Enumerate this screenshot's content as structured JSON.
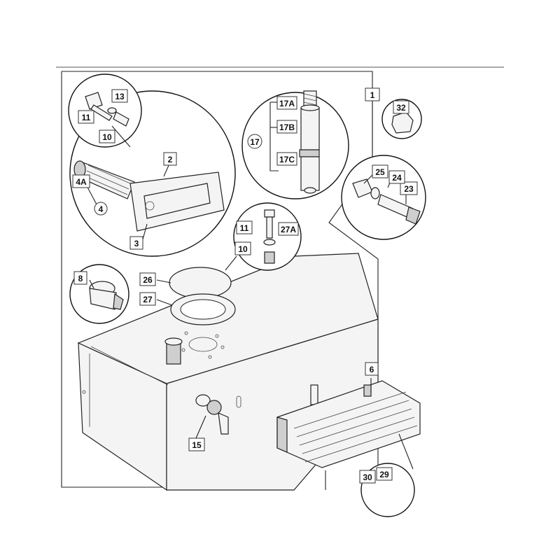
{
  "diagram": {
    "callouts": [
      {
        "id": "1",
        "label": "1"
      },
      {
        "id": "2",
        "label": "2"
      },
      {
        "id": "3",
        "label": "3"
      },
      {
        "id": "4",
        "label": "4"
      },
      {
        "id": "4A",
        "label": "4A"
      },
      {
        "id": "6",
        "label": "6"
      },
      {
        "id": "8",
        "label": "8"
      },
      {
        "id": "10a",
        "label": "10"
      },
      {
        "id": "10b",
        "label": "10"
      },
      {
        "id": "11a",
        "label": "11"
      },
      {
        "id": "11b",
        "label": "11"
      },
      {
        "id": "13",
        "label": "13"
      },
      {
        "id": "15",
        "label": "15"
      },
      {
        "id": "17",
        "label": "17"
      },
      {
        "id": "17A",
        "label": "17A"
      },
      {
        "id": "17B",
        "label": "17B",
        "highlight": true
      },
      {
        "id": "17C",
        "label": "17C"
      },
      {
        "id": "23",
        "label": "23"
      },
      {
        "id": "24",
        "label": "24"
      },
      {
        "id": "25",
        "label": "25"
      },
      {
        "id": "26",
        "label": "26"
      },
      {
        "id": "27",
        "label": "27"
      },
      {
        "id": "27A",
        "label": "27A"
      },
      {
        "id": "29",
        "label": "29"
      },
      {
        "id": "30",
        "label": "30"
      },
      {
        "id": "32",
        "label": "32"
      }
    ],
    "colors": {
      "highlight": "#ffff66",
      "stroke": "#222222",
      "part_fill": "#f4f4f4"
    }
  }
}
